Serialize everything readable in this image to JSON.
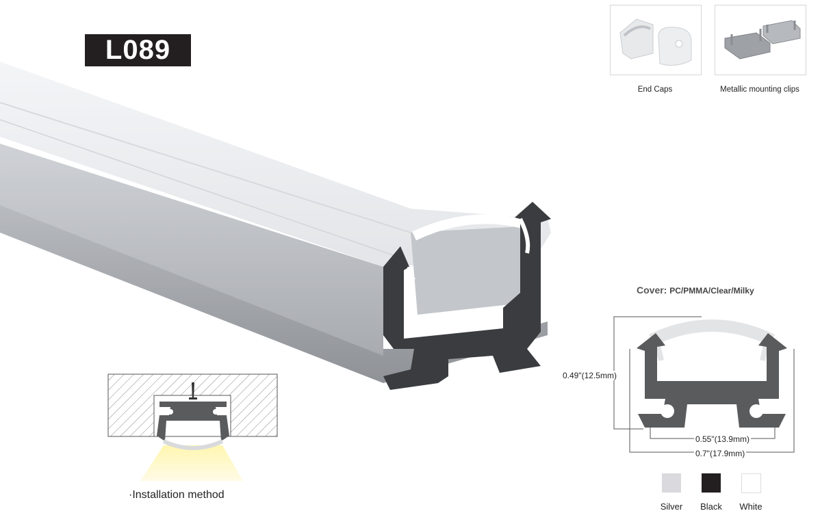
{
  "product": {
    "model": "L089"
  },
  "accessories": [
    {
      "label": "End Caps",
      "icon": "end-caps-image"
    },
    {
      "label": "Metallic mounting clips",
      "icon": "mounting-clips-image"
    }
  ],
  "cover": {
    "label": "Cover:",
    "value": "PC/PMMA/Clear/Milky"
  },
  "dimensions": {
    "height": "0.49\"(12.5mm)",
    "inner_width": "0.55\"(13.9mm)",
    "outer_width": "0.7\"(17.9mm)"
  },
  "colors": [
    {
      "name": "Silver",
      "hex": "#d9d9de"
    },
    {
      "name": "Black",
      "hex": "#231f20"
    },
    {
      "name": "White",
      "hex": "#ffffff"
    }
  ],
  "installation": {
    "label": "·Installation method"
  }
}
